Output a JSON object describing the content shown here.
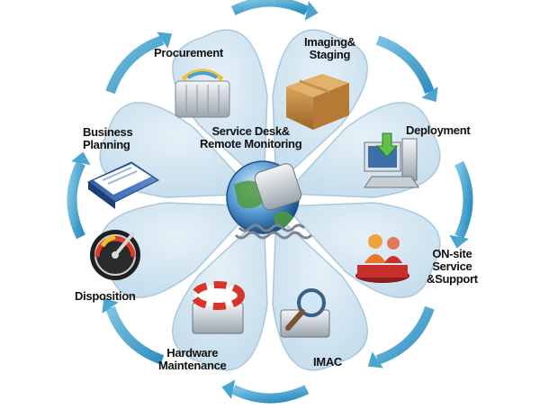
{
  "diagram": {
    "center": {
      "label_line1": "Service Desk&",
      "label_line2": "Remote Monitoring",
      "icon": "globe-with-phone-icon"
    },
    "stages": [
      {
        "id": "procurement",
        "lines": [
          "Procurement"
        ],
        "icon": "shopping-basket-icon"
      },
      {
        "id": "imaging-staging",
        "lines": [
          "Imaging&",
          "Staging"
        ],
        "icon": "cardboard-box-icon"
      },
      {
        "id": "deployment",
        "lines": [
          "Deployment"
        ],
        "icon": "computer-download-icon"
      },
      {
        "id": "onsite-service",
        "lines": [
          "ON-site",
          "Service",
          "&Support"
        ],
        "icon": "support-people-icon"
      },
      {
        "id": "imac",
        "lines": [
          "IMAC"
        ],
        "icon": "magnifier-drive-icon"
      },
      {
        "id": "hardware-maintenance",
        "lines": [
          "Hardware",
          "Maintenance"
        ],
        "icon": "lifebuoy-drive-icon"
      },
      {
        "id": "disposition",
        "lines": [
          "Disposition"
        ],
        "icon": "gauge-dial-icon"
      },
      {
        "id": "business-planning",
        "lines": [
          "Business",
          "Planning"
        ],
        "icon": "binder-book-icon"
      }
    ],
    "colors": {
      "petal_fill": "#cfe3ef",
      "petal_edge": "#aac9dc",
      "arrow": "#4aa6cf",
      "text": "#111111"
    }
  }
}
